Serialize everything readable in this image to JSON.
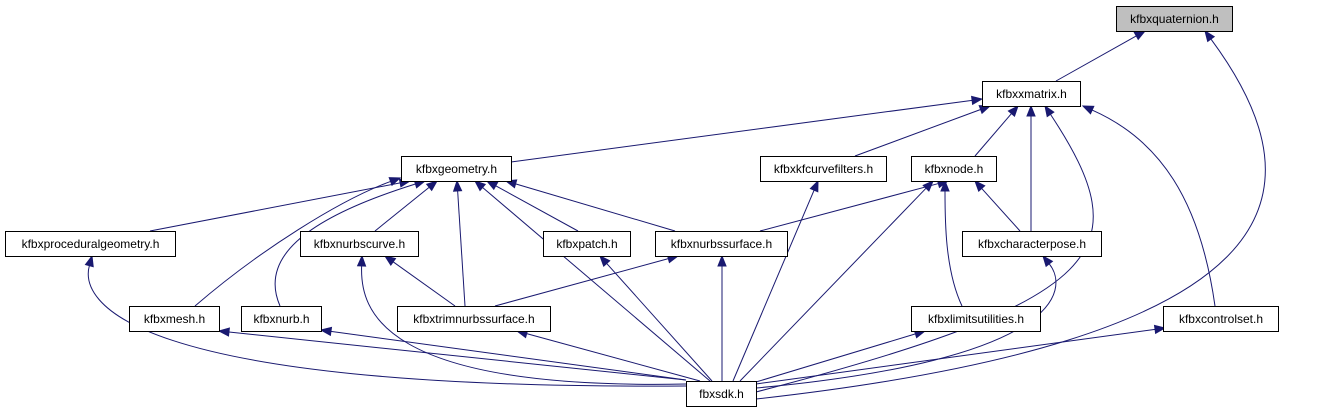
{
  "diagram": {
    "type": "include-dependency-graph",
    "root": "kfbxquaternion.h",
    "nodes": [
      {
        "id": "quat",
        "label": "kfbxquaternion.h",
        "root": true
      },
      {
        "id": "matrix",
        "label": "kfbxxmatrix.h"
      },
      {
        "id": "geometry",
        "label": "kfbxgeometry.h"
      },
      {
        "id": "kfcurve",
        "label": "kfbxkfcurvefilters.h"
      },
      {
        "id": "node",
        "label": "kfbxnode.h"
      },
      {
        "id": "procgeom",
        "label": "kfbxproceduralgeometry.h"
      },
      {
        "id": "nurbscurve",
        "label": "kfbxnurbscurve.h"
      },
      {
        "id": "patch",
        "label": "kfbxpatch.h"
      },
      {
        "id": "nurbssurf",
        "label": "kfbxnurbssurface.h"
      },
      {
        "id": "charpose",
        "label": "kfbxcharacterpose.h"
      },
      {
        "id": "mesh",
        "label": "kfbxmesh.h"
      },
      {
        "id": "nurb",
        "label": "kfbxnurb.h"
      },
      {
        "id": "trimnurbs",
        "label": "kfbxtrimnurbssurface.h"
      },
      {
        "id": "limit",
        "label": "kfbxlimitsutilities.h"
      },
      {
        "id": "controlset",
        "label": "kfbxcontrolset.h"
      },
      {
        "id": "fbxsdk",
        "label": "fbxsdk.h"
      }
    ],
    "edges": [
      {
        "from": "matrix",
        "to": "quat"
      },
      {
        "from": "fbxsdk",
        "to": "quat"
      },
      {
        "from": "geometry",
        "to": "matrix"
      },
      {
        "from": "kfcurve",
        "to": "matrix"
      },
      {
        "from": "node",
        "to": "matrix"
      },
      {
        "from": "charpose",
        "to": "matrix"
      },
      {
        "from": "fbxsdk",
        "to": "matrix"
      },
      {
        "from": "controlset",
        "to": "matrix"
      },
      {
        "from": "procgeom",
        "to": "geometry"
      },
      {
        "from": "nurbscurve",
        "to": "geometry"
      },
      {
        "from": "patch",
        "to": "geometry"
      },
      {
        "from": "nurbssurf",
        "to": "geometry"
      },
      {
        "from": "mesh",
        "to": "geometry"
      },
      {
        "from": "nurb",
        "to": "geometry"
      },
      {
        "from": "trimnurbs",
        "to": "geometry"
      },
      {
        "from": "fbxsdk",
        "to": "geometry"
      },
      {
        "from": "fbxsdk",
        "to": "kfcurve"
      },
      {
        "from": "nurbssurf",
        "to": "node"
      },
      {
        "from": "charpose",
        "to": "node"
      },
      {
        "from": "limit",
        "to": "node"
      },
      {
        "from": "fbxsdk",
        "to": "node"
      },
      {
        "from": "fbxsdk",
        "to": "procgeom"
      },
      {
        "from": "trimnurbs",
        "to": "nurbscurve"
      },
      {
        "from": "fbxsdk",
        "to": "nurbscurve"
      },
      {
        "from": "fbxsdk",
        "to": "patch"
      },
      {
        "from": "trimnurbs",
        "to": "nurbssurf"
      },
      {
        "from": "fbxsdk",
        "to": "nurbssurf"
      },
      {
        "from": "fbxsdk",
        "to": "charpose"
      },
      {
        "from": "fbxsdk",
        "to": "mesh"
      },
      {
        "from": "fbxsdk",
        "to": "nurb"
      },
      {
        "from": "fbxsdk",
        "to": "trimnurbs"
      },
      {
        "from": "fbxsdk",
        "to": "limit"
      },
      {
        "from": "fbxsdk",
        "to": "controlset"
      }
    ],
    "colors": {
      "edge": "#191970",
      "node_border": "#000000",
      "node_fill": "#ffffff",
      "root_fill": "#bfbfbf",
      "background": "#ffffff"
    }
  }
}
